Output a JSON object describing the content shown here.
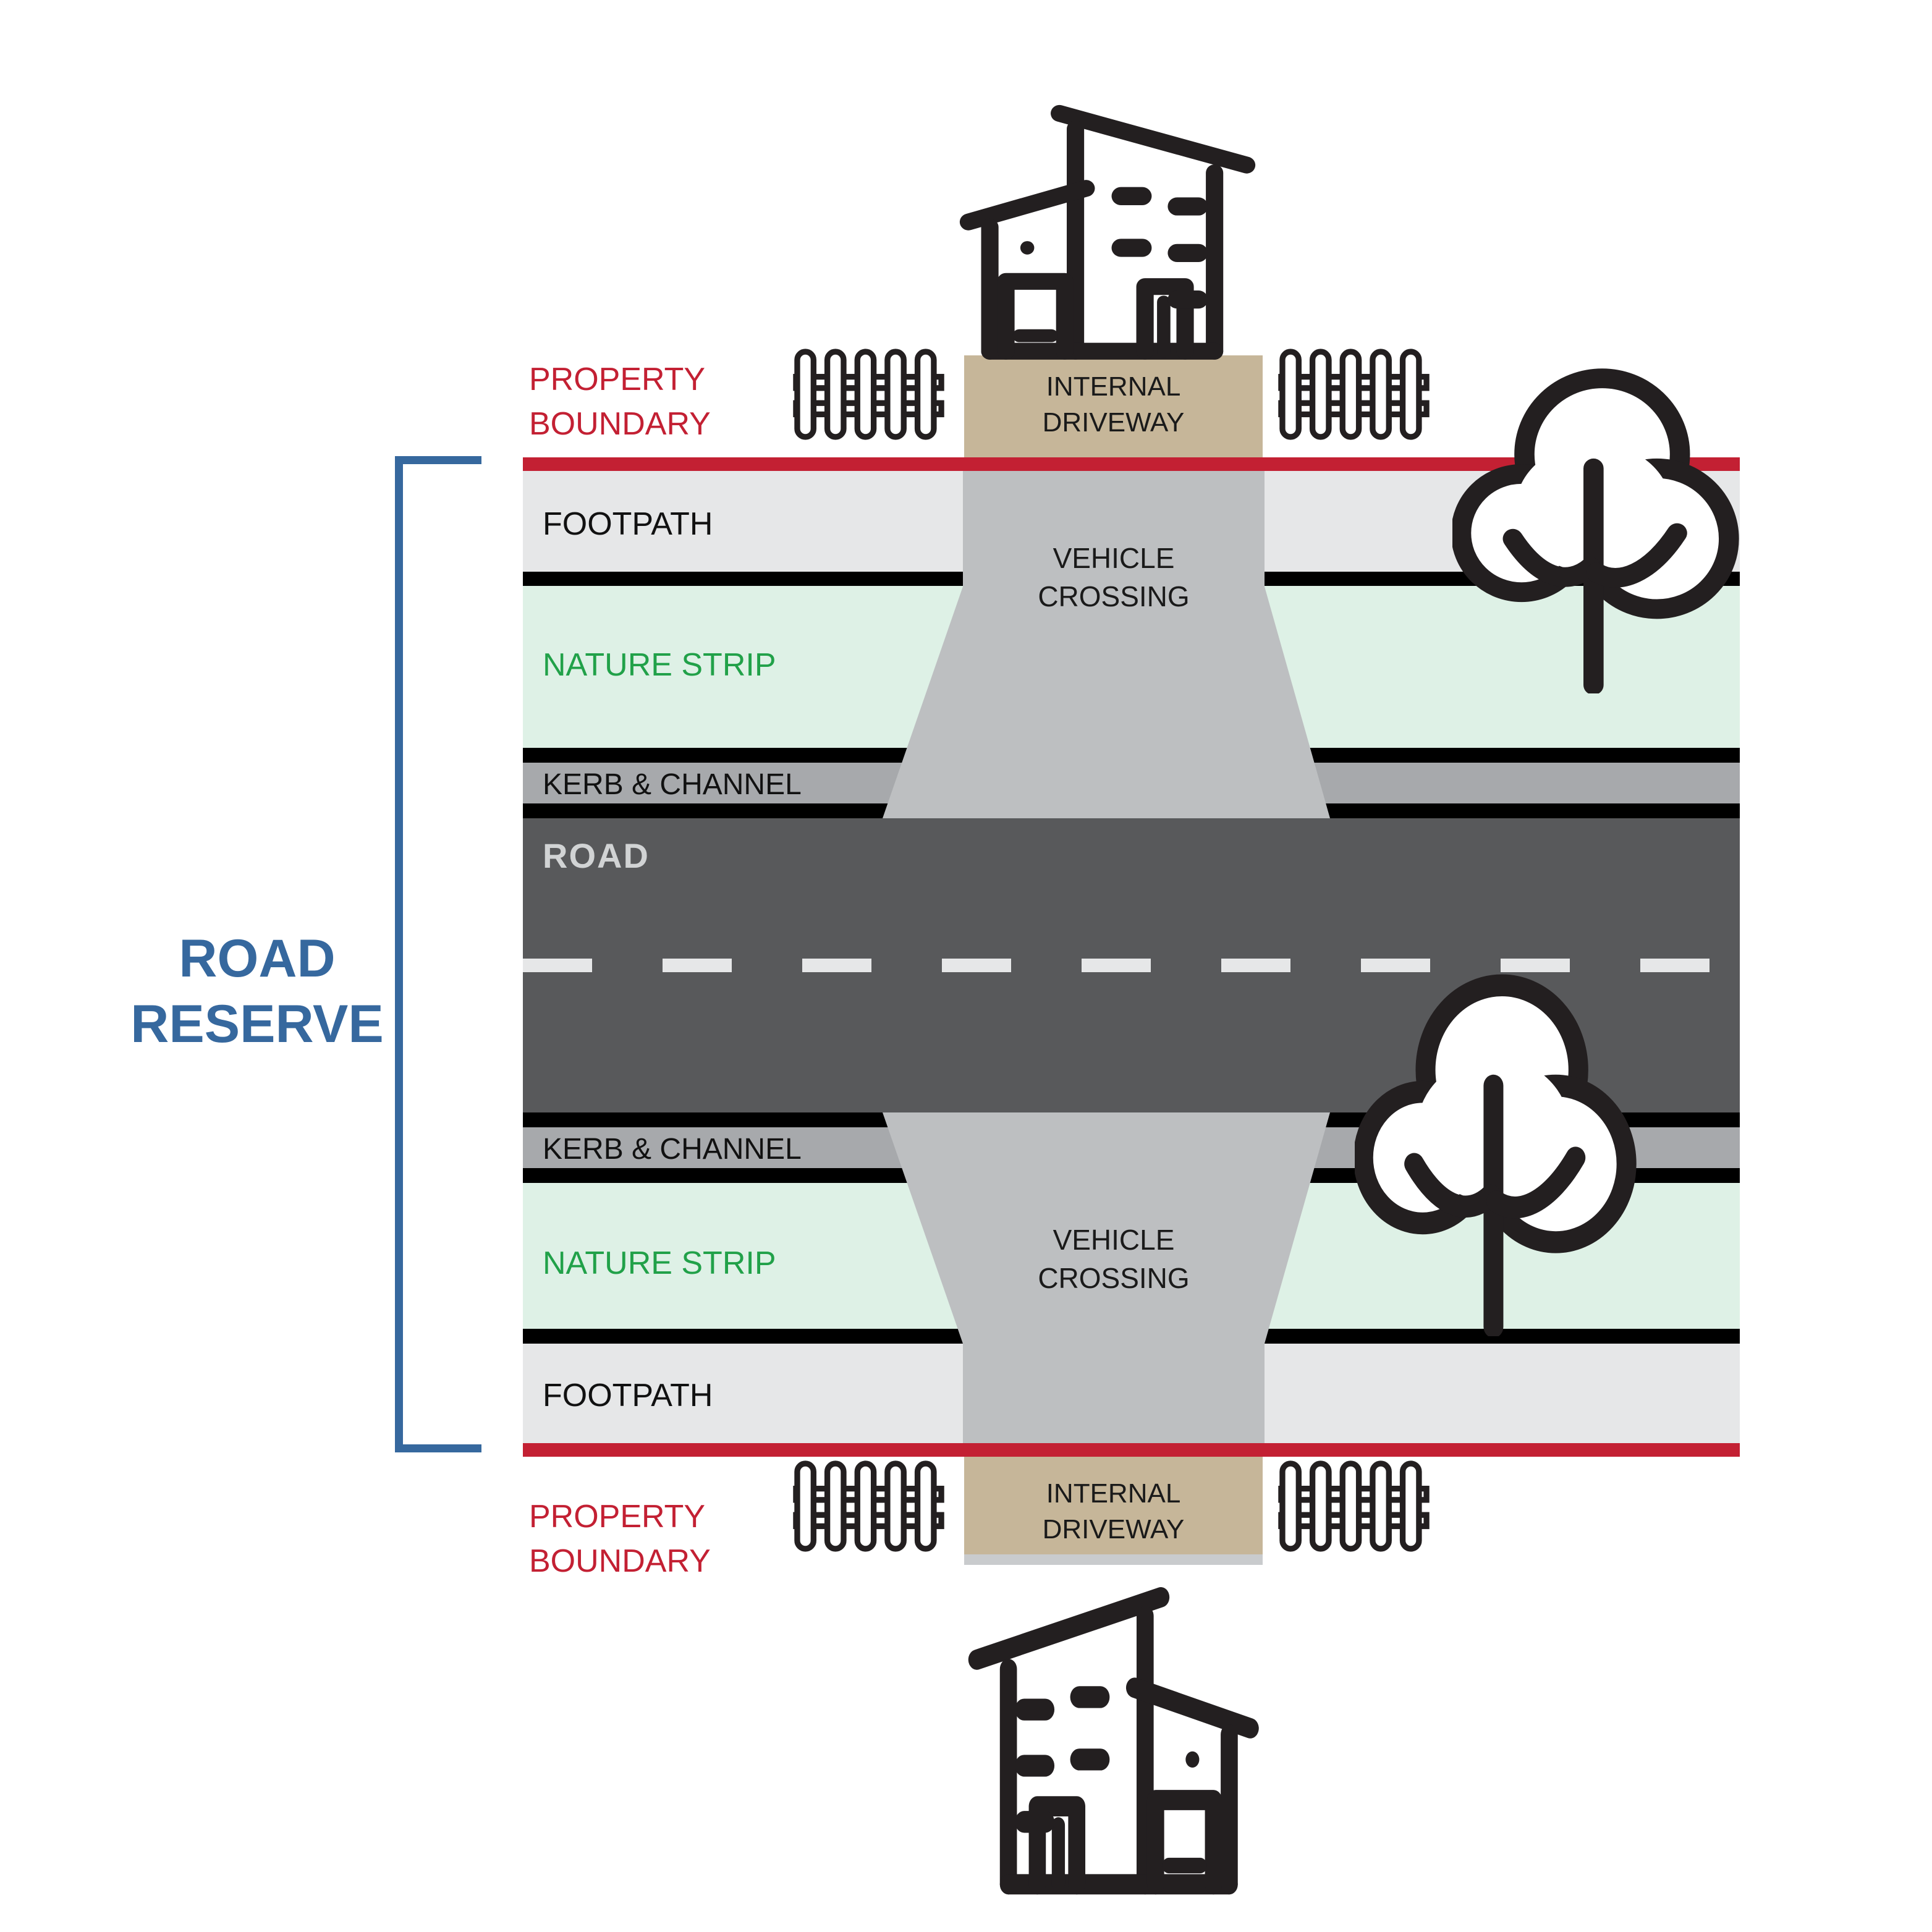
{
  "title": "Road reserve cross-section diagram",
  "colors": {
    "red": "#C32033",
    "blue": "#36689E",
    "green": "#21A149",
    "black": "#000000",
    "ink": "#231F20",
    "white": "#FFFFFF",
    "footpath": "#E6E7E8",
    "nature": "#DEF1E6",
    "kerb": "#A7A9AC",
    "road": "#58595B",
    "road_text": "#D1D3D4",
    "crossing": "#BDBFC1",
    "driveway": "#C6B699",
    "driveway_edge": "#C9CBCD"
  },
  "labels": {
    "road_reserve": [
      "ROAD",
      "RESERVE"
    ],
    "property_boundary": [
      "PROPERTY",
      "BOUNDARY"
    ],
    "internal_driveway": [
      "INTERNAL",
      "DRIVEWAY"
    ],
    "vehicle_crossing": [
      "VEHICLE",
      "CROSSING"
    ],
    "footpath": "FOOTPATH",
    "nature_strip": "NATURE STRIP",
    "kerb_channel": "KERB & CHANNEL",
    "road": "ROAD"
  },
  "icons": {
    "house": "house-icon",
    "fence": "fence-icon",
    "tree": "tree-icon"
  }
}
